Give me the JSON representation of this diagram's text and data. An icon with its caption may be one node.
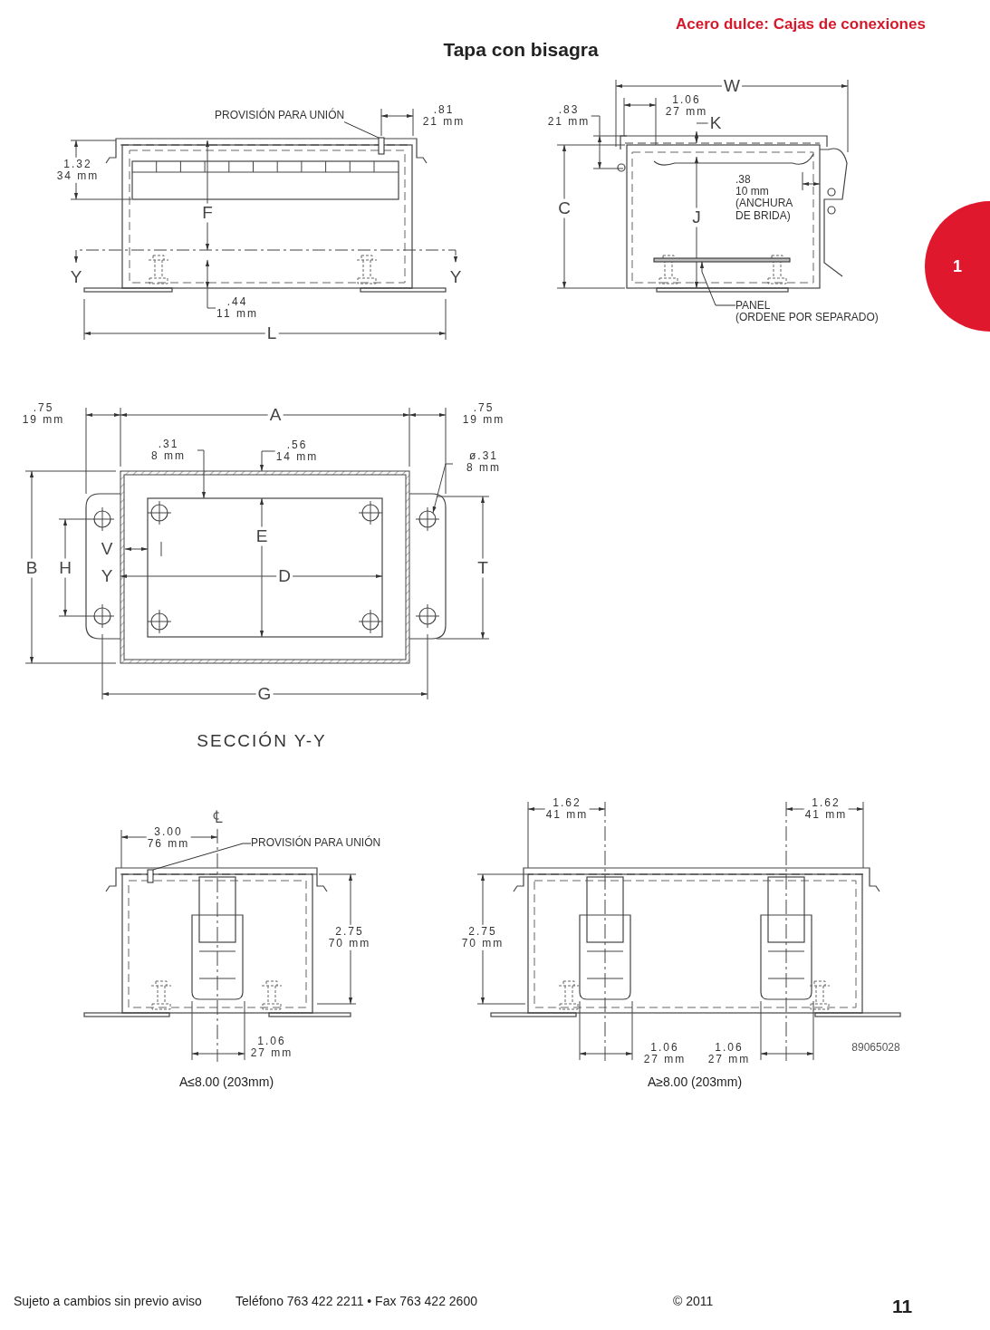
{
  "diagram": {
    "title": "Tapa con bisagra",
    "nodes": [
      {
        "text": [
          "PROVISIÓN PARA UNIÓN"
        ]
      },
      {
        "text": [],
        "shape": "box"
      },
      {
        "text": [
          "PANEL (ORDENE POR SEPARADO)"
        ]
      },
      {
        "text": [],
        "shape": "bar"
      },
      {
        "text": [
          "PROVISIÓN PARA UNIÓN"
        ]
      },
      {
        "text": [],
        "shape": "box"
      }
    ],
    "edges": [
      {
        "from": 0,
        "to": 1,
        "arrow": "none"
      },
      {
        "from": 2,
        "to": 3,
        "arrow": "to"
      },
      {
        "from": 4,
        "to": 5,
        "arrow": "none"
      }
    ],
    "labels": [
      "Acero dulce: Cajas de conexiones",
      ".81 21 mm",
      "1.32 34 mm",
      "F",
      "Y",
      "Y",
      ".44 11 mm",
      "L",
      "W",
      "1.06 27 mm",
      ".83 21 mm",
      "K",
      "C",
      "J",
      ".38 10 mm (ANCHURA DE BRIDA)",
      "1",
      ".75 19 mm",
      "A",
      ".75 19 mm",
      ".31 8 mm",
      ".56 14 mm",
      "ø.31 8 mm",
      "E",
      "V",
      "B",
      "H",
      "Y",
      "D",
      "T",
      "G",
      "SECCIÓN Y-Y",
      "3.00 76 mm",
      "℄",
      "2.75 70 mm",
      "1.06 27 mm",
      "A≤8.00 (203mm)",
      "1.62 41 mm",
      "1.62 41 mm",
      "2.75 70 mm",
      "1.06 27 mm",
      "1.06 27 mm",
      "89065028",
      "A≥8.00 (203mm)",
      "Sujeto a cambios sin previo aviso",
      "Teléfono 763 422 2211 • Fax 763 422 2600",
      "© 2011",
      "11"
    ]
  }
}
